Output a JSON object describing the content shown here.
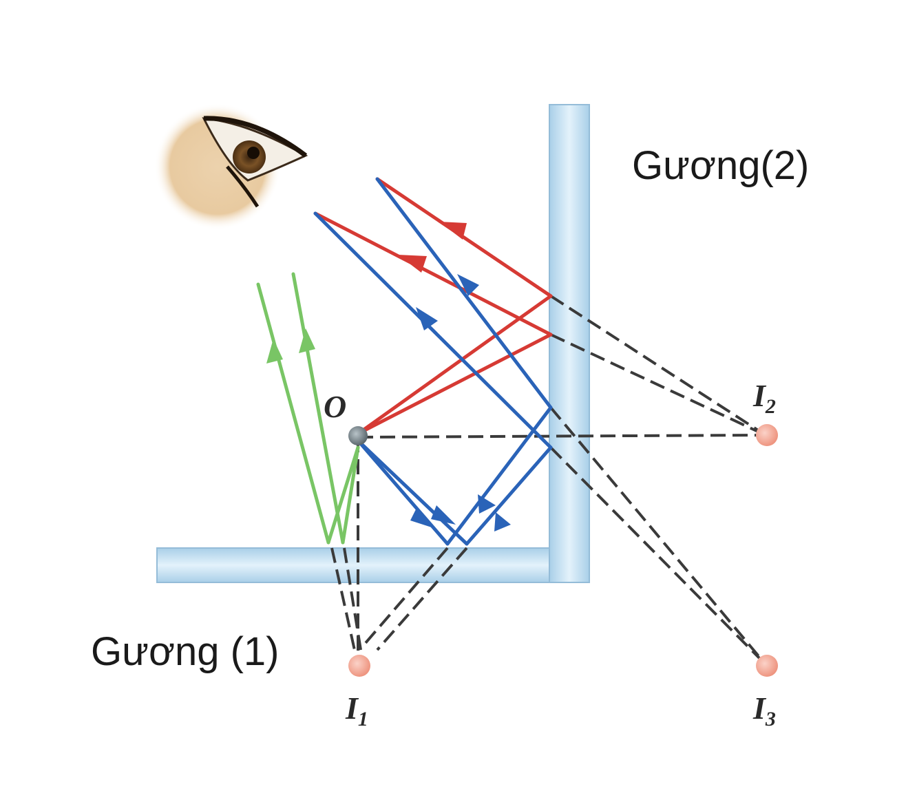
{
  "labels": {
    "mirror_1": "Gương (1)",
    "mirror_2": "Gương(2)",
    "object": "O",
    "image_1": "I",
    "image_1_sub": "1",
    "image_2": "I",
    "image_2_sub": "2",
    "image_3": "I",
    "image_3_sub": "3"
  },
  "colors": {
    "mirror_fill": "#c4e0f1",
    "mirror_edge": "#8fb9d6",
    "ray_red": "#d63a34",
    "ray_blue": "#2a63b8",
    "ray_green": "#79c565",
    "construction_line": "#3a3a3a",
    "image_point": "#f4a99a",
    "object_point": "#7d8a90"
  },
  "icons": {
    "observer": "eye-icon"
  }
}
